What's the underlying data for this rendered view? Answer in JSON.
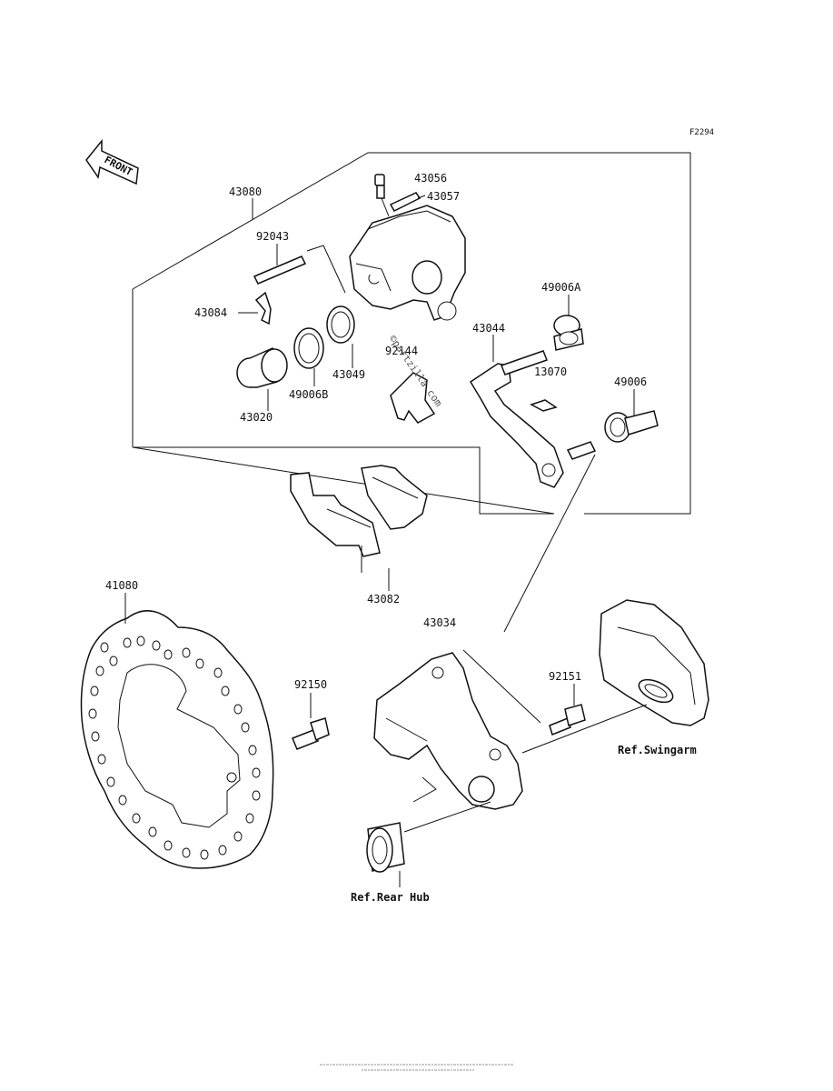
{
  "diagram": {
    "figure_code": "F2294",
    "front_label": "FRONT",
    "watermark": "©partzilla.com",
    "parts": {
      "p43080": "43080",
      "p43056": "43056",
      "p43057": "43057",
      "p92043": "92043",
      "p43084": "43084",
      "p43020": "43020",
      "p49006B": "49006B",
      "p43049": "43049",
      "p92144": "92144",
      "p43044": "43044",
      "p13070": "13070",
      "p49006A": "49006A",
      "p49006": "49006",
      "p43082": "43082",
      "p43034": "43034",
      "p41080": "41080",
      "p92150": "92150",
      "p92151": "92151"
    },
    "refs": {
      "swingarm": "Ref.Swingarm",
      "rear_hub": "Ref.Rear Hub"
    }
  }
}
